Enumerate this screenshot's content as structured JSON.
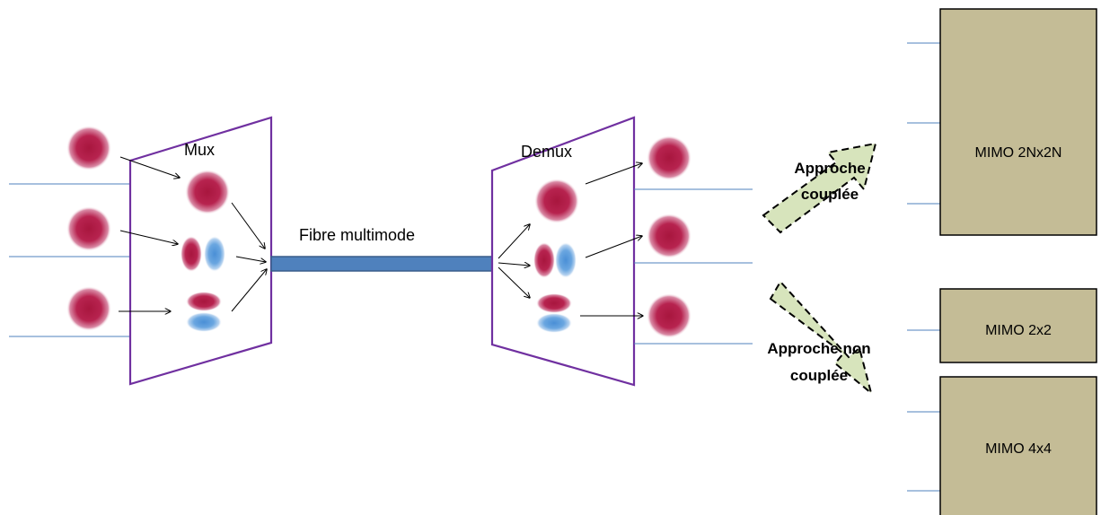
{
  "labels": {
    "mux": "Mux",
    "demux": "Demux",
    "fiber": "Fibre multimode",
    "coupled_line1": "Approche",
    "coupled_line2": "couplée",
    "uncoupled_line1": "Approche non",
    "uncoupled_line2": "couplée"
  },
  "mimo_boxes": [
    {
      "label": "MIMO 2Nx2N"
    },
    {
      "label": "MIMO 2x2"
    },
    {
      "label": "MIMO 4x4"
    }
  ],
  "colors": {
    "mode_red": "#b0204a",
    "mode_blue": "#5b9bd5",
    "trapezoid_stroke": "#7030a0",
    "fiber_fill": "#4f81bd",
    "fiber_stroke": "#385d8a",
    "box_fill": "#c4bc96",
    "arrow_fill": "#d7e4bc",
    "signal_line": "#4f81bd"
  }
}
